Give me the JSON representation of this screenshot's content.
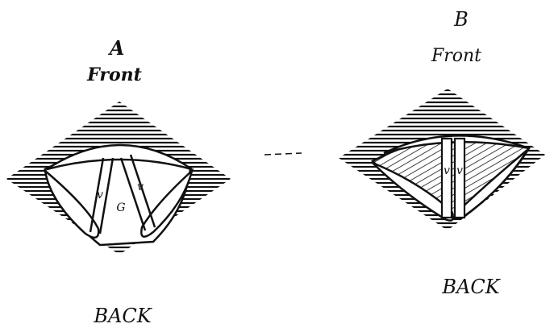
{
  "figure_a": {
    "letter": "A",
    "front_label": "Front",
    "back_label": "BACK",
    "inner_label_left": "v",
    "inner_label_center": "G",
    "inner_label_right": "v"
  },
  "figure_b": {
    "letter": "B",
    "front_label": "Front",
    "back_label": "BACK",
    "inner_label_left": "v",
    "inner_label_right": "v"
  },
  "colors": {
    "ink": "#111111",
    "paper": "#ffffff"
  }
}
